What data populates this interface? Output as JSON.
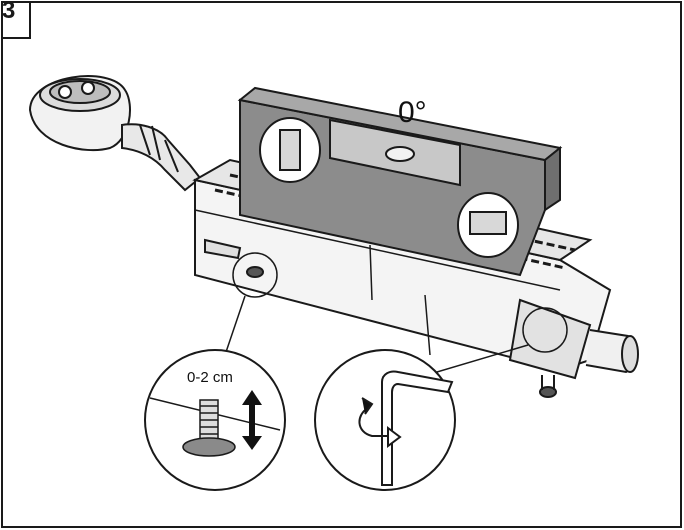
{
  "step": {
    "number": "3"
  },
  "level": {
    "angle_label": "0°"
  },
  "foot_detail": {
    "range_label": "0-2 cm"
  },
  "icons": {
    "waste_cap": "waste-outlet-icon",
    "channel": "shower-channel-icon",
    "spirit_level": "spirit-level-icon",
    "adjust_arrow": "double-arrow-icon",
    "allen_key": "allen-key-icon",
    "rotate_arrow": "rotate-arrow-icon"
  },
  "colors": {
    "line": "#1a1a1a",
    "level_body": "#8c8c8c",
    "level_dark": "#6f6f6f",
    "foot_pad": "#8a8a8a",
    "channel_fill": "#f4f4f4"
  }
}
